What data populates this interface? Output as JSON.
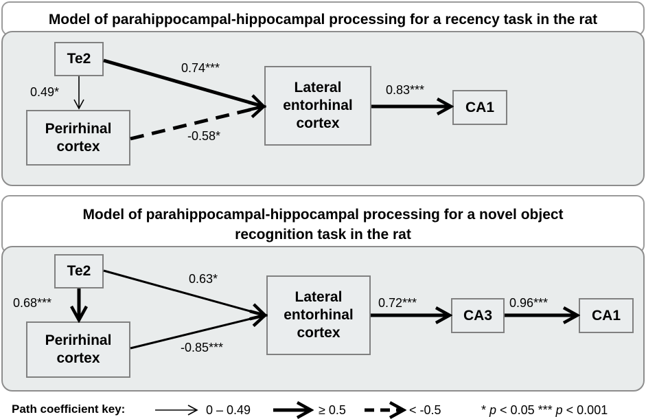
{
  "panel1": {
    "title": "Model of parahippocampal-hippocampal processing for a recency task in the rat",
    "nodes": {
      "te2": "Te2",
      "perirhinal_line1": "Perirhinal",
      "perirhinal_line2": "cortex",
      "lateral_line1": "Lateral",
      "lateral_line2": "entorhinal",
      "lateral_line3": "cortex",
      "ca1": "CA1"
    },
    "edges": {
      "te2_to_lateral": "0.74***",
      "te2_to_perirhinal": "0.49*",
      "perirhinal_to_lateral": "-0.58*",
      "lateral_to_ca1": "0.83***"
    }
  },
  "panel2": {
    "title_line1": "Model of parahippocampal-hippocampal processing for a novel object",
    "title_line2": "recognition task in the rat",
    "nodes": {
      "te2": "Te2",
      "perirhinal_line1": "Perirhinal",
      "perirhinal_line2": "cortex",
      "lateral_line1": "Lateral",
      "lateral_line2": "entorhinal",
      "lateral_line3": "cortex",
      "ca3": "CA3",
      "ca1": "CA1"
    },
    "edges": {
      "te2_to_lateral": "0.63*",
      "te2_to_perirhinal": "0.68***",
      "perirhinal_to_lateral": "-0.85***",
      "lateral_to_ca3": "0.72***",
      "ca3_to_ca1": "0.96***"
    }
  },
  "key": {
    "title": "Path coefficient key:",
    "thin_label": "0 – 0.49",
    "thick_label": "≥ 0.5",
    "dashed_label": "< -0.5",
    "sig_star1": "*",
    "sig_p1": "p",
    "sig_text1": " < 0.05 ",
    "sig_star3": "***",
    "sig_p2": "p",
    "sig_text2": " < 0.001"
  },
  "colors": {
    "panel_fill": "#e9ecec",
    "panel_border": "#8c8c8c",
    "node_border": "#808080",
    "arrow": "#000000"
  }
}
